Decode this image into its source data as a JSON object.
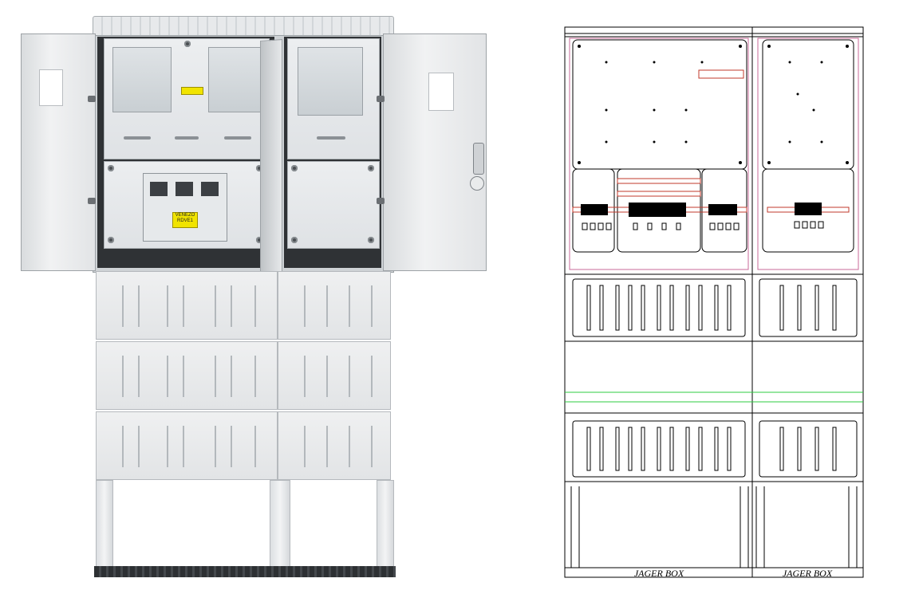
{
  "render": {
    "warning_label": "VENEZO\nRDVE1",
    "breaker_label": ""
  },
  "drawing": {
    "brand_left": "JAGER BOX",
    "brand_right": "JAGER BOX"
  },
  "colors": {
    "outline": "#000000",
    "red_rail": "#c0392b",
    "green_line": "#2ecc40",
    "pink_line": "#c86a9a",
    "warning": "#f1e400"
  }
}
